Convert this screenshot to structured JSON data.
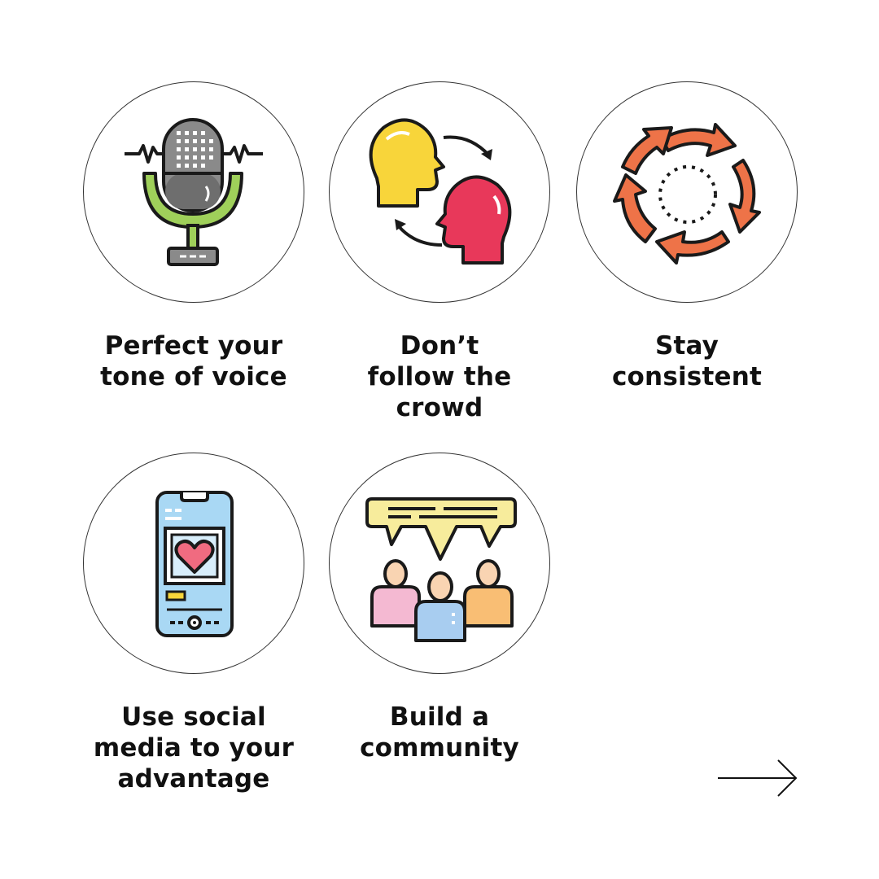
{
  "tips": [
    {
      "icon": "microphone-icon",
      "label_lines": [
        "Perfect your",
        "tone of voice"
      ]
    },
    {
      "icon": "two-heads-exchange-icon",
      "label_lines": [
        "Don’t",
        "follow the",
        "crowd"
      ]
    },
    {
      "icon": "cycle-arrows-icon",
      "label_lines": [
        "Stay",
        "consistent"
      ]
    },
    {
      "icon": "smartphone-heart-icon",
      "label_lines": [
        "Use social",
        "media to your",
        "advantage"
      ]
    },
    {
      "icon": "community-chat-icon",
      "label_lines": [
        "Build a",
        "community"
      ]
    }
  ],
  "navigation": {
    "next_icon": "arrow-right-icon"
  },
  "colors": {
    "outline": "#1a1a1a",
    "mic_gray": "#8a8a8a",
    "mic_green": "#9fd05a",
    "head_yellow": "#f8d53a",
    "head_red": "#e8385a",
    "cycle_orange": "#ee7348",
    "phone_blue": "#a9d8f4",
    "heart_pink": "#f06b80",
    "bubble_yellow": "#f7ec9c",
    "person_pink": "#f4b9d2",
    "person_blue": "#a8cdf0",
    "person_orange": "#f9be74",
    "skin": "#f9d4b2"
  }
}
